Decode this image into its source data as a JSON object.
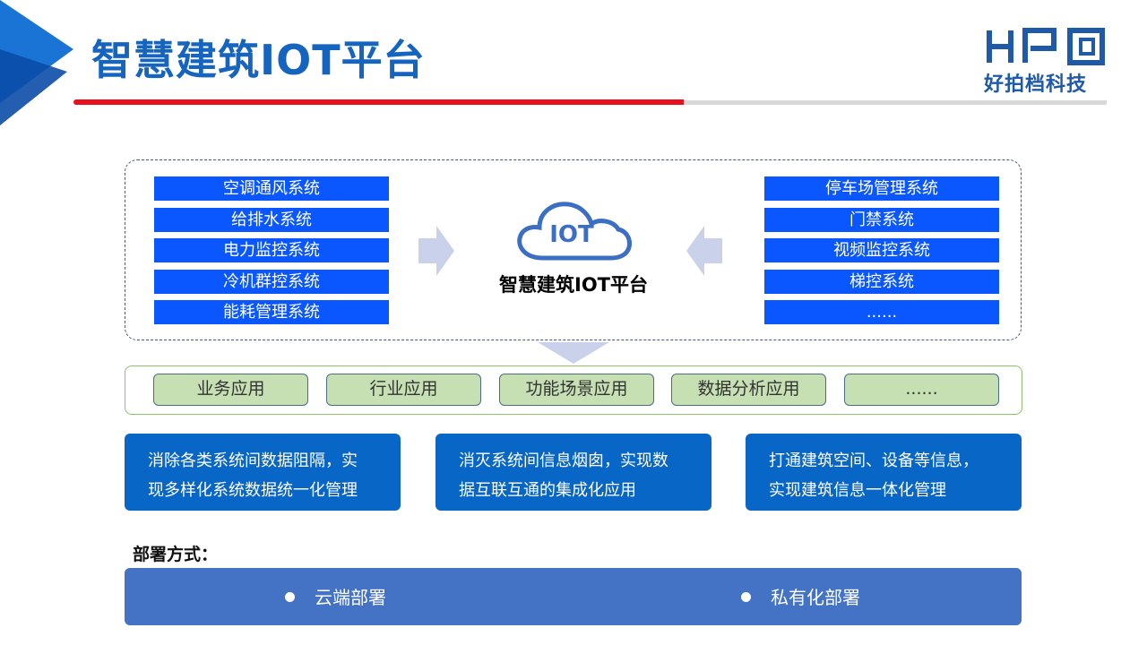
{
  "title": "智慧建筑IOT平台",
  "logo": {
    "text": "好拍档科技"
  },
  "systems": {
    "left": [
      "空调通风系统",
      "给排水系统",
      "电力监控系统",
      "冷机群控系统",
      "能耗管理系统"
    ],
    "right": [
      "停车场管理系统",
      "门禁系统",
      "视频监控系统",
      "梯控系统",
      "......"
    ]
  },
  "platform": {
    "cloud_text": "IOT",
    "label": "智慧建筑IOT平台"
  },
  "applications": [
    "业务应用",
    "行业应用",
    "功能场景应用",
    "数据分析应用",
    "......"
  ],
  "benefits": [
    {
      "line1": "消除各类系统间数据阻隔，实",
      "line2": "现多样化系统数据统一化管理"
    },
    {
      "line1": "消灭系统间信息烟囱，实现数",
      "line2": "据互联互通的集成化应用"
    },
    {
      "line1": "打通建筑空间、设备等信息，",
      "line2": "实现建筑信息一体化管理"
    }
  ],
  "deployment": {
    "label": "部署方式：",
    "options": [
      "云端部署",
      "私有化部署"
    ]
  },
  "colors": {
    "title_blue": "#1565c0",
    "system_blue": "#0a57ff",
    "app_green": "#c6e0b4",
    "benefit_blue": "#0866c6",
    "deploy_blue": "#4472c4",
    "accent_red": "#e8101c"
  }
}
